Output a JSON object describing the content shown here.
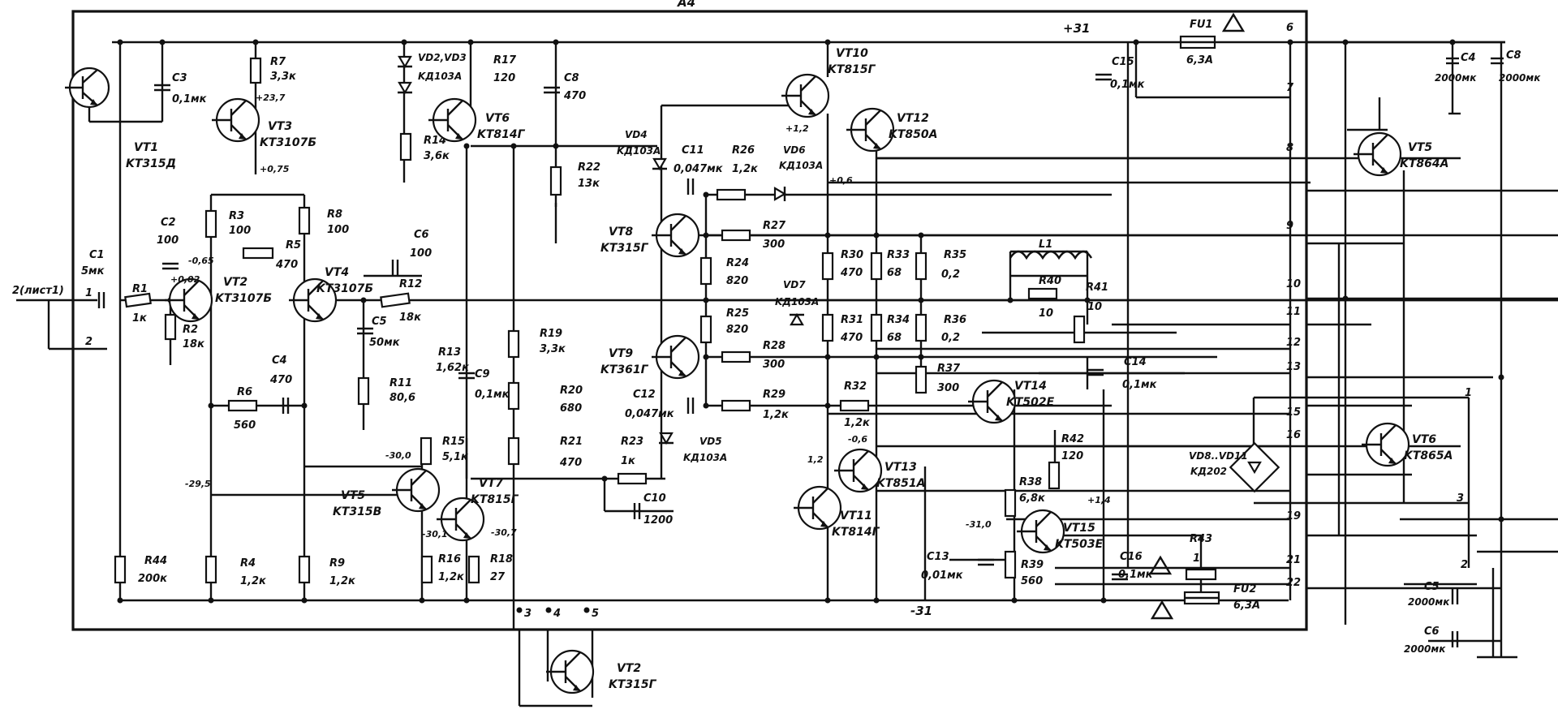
{
  "header": {
    "label": "A4"
  },
  "rails": {
    "plus": "+31",
    "minus": "-31"
  },
  "fuses": [
    {
      "id": "FU1",
      "ref": "FU1",
      "value": "6,3A"
    },
    {
      "id": "FU2",
      "ref": "FU2",
      "value": "6,3A"
    }
  ],
  "transistors": [
    {
      "id": "vt1",
      "ref": "VT1",
      "type": "KT315Д"
    },
    {
      "id": "vt2",
      "ref": "VT2",
      "type": "KT3107Б"
    },
    {
      "id": "vt3",
      "ref": "VT3",
      "type": "KT3107Б"
    },
    {
      "id": "vt4",
      "ref": "VT4",
      "type": "KT3107Б"
    },
    {
      "id": "vt5",
      "ref": "VT5",
      "type": "KT315В"
    },
    {
      "id": "vt6",
      "ref": "VT6",
      "type": "KT814Г"
    },
    {
      "id": "vt7",
      "ref": "VT7",
      "type": "KT815Г"
    },
    {
      "id": "vt8",
      "ref": "VT8",
      "type": "KT315Г"
    },
    {
      "id": "vt9",
      "ref": "VT9",
      "type": "KT361Г"
    },
    {
      "id": "vt10",
      "ref": "VT10",
      "type": "KT815Г"
    },
    {
      "id": "vt11",
      "ref": "VT11",
      "type": "KT814Г"
    },
    {
      "id": "vt12",
      "ref": "VT12",
      "type": "KT850A"
    },
    {
      "id": "vt13",
      "ref": "VT13",
      "type": "KT851A"
    },
    {
      "id": "vt14",
      "ref": "VT14",
      "type": "KT502E"
    },
    {
      "id": "vt15",
      "ref": "VT15",
      "type": "KT503E"
    },
    {
      "id": "ext-vt5",
      "ref": "VT5",
      "type": "KT864A"
    },
    {
      "id": "ext-vt6",
      "ref": "VT6",
      "type": "KT865A"
    },
    {
      "id": "ext-vt2",
      "ref": "VT2",
      "type": "KT315Г"
    }
  ],
  "resistors": [
    {
      "id": "r1",
      "ref": "R1",
      "value": "1к"
    },
    {
      "id": "r2",
      "ref": "R2",
      "value": "18к"
    },
    {
      "id": "r3",
      "ref": "R3",
      "value": "100"
    },
    {
      "id": "r5",
      "ref": "R5",
      "value": "470"
    },
    {
      "id": "r6",
      "ref": "R6",
      "value": "560"
    },
    {
      "id": "r7",
      "ref": "R7",
      "value": "3,3к"
    },
    {
      "id": "r8",
      "ref": "R8",
      "value": "100"
    },
    {
      "id": "r11",
      "ref": "R11",
      "value": "80,6"
    },
    {
      "id": "r12",
      "ref": "R12",
      "value": "18к"
    },
    {
      "id": "r13",
      "ref": "R13",
      "value": "1,62к"
    },
    {
      "id": "r14",
      "ref": "R14",
      "value": "3,6к"
    },
    {
      "id": "r15",
      "ref": "R15",
      "value": "5,1к"
    },
    {
      "id": "r17",
      "ref": "R17",
      "value": "120"
    },
    {
      "id": "r19",
      "ref": "R19",
      "value": "3,3к"
    },
    {
      "id": "r20",
      "ref": "R20",
      "value": "680"
    },
    {
      "id": "r21",
      "ref": "R21",
      "value": "470"
    },
    {
      "id": "r22",
      "ref": "R22",
      "value": "13к"
    },
    {
      "id": "r23",
      "ref": "R23",
      "value": "1к"
    },
    {
      "id": "r24",
      "ref": "R24",
      "value": "820"
    },
    {
      "id": "r25",
      "ref": "R25",
      "value": "820"
    },
    {
      "id": "r26",
      "ref": "R26",
      "value": "1,2к"
    },
    {
      "id": "r27",
      "ref": "R27",
      "value": "300"
    },
    {
      "id": "r28",
      "ref": "R28",
      "value": "300"
    },
    {
      "id": "r29",
      "ref": "R29",
      "value": "1,2к"
    },
    {
      "id": "r30",
      "ref": "R30",
      "value": "470"
    },
    {
      "id": "r31",
      "ref": "R31",
      "value": "470"
    },
    {
      "id": "r32",
      "ref": "R32",
      "value": "1,2к"
    },
    {
      "id": "r33",
      "ref": "R33",
      "value": "68"
    },
    {
      "id": "r34",
      "ref": "R34",
      "value": "68"
    },
    {
      "id": "r35",
      "ref": "R35",
      "value": "0,2"
    },
    {
      "id": "r36",
      "ref": "R36",
      "value": "0,2"
    },
    {
      "id": "r37",
      "ref": "R37",
      "value": "300"
    },
    {
      "id": "r38",
      "ref": "R38",
      "value": "6,8к"
    },
    {
      "id": "r39",
      "ref": "R39",
      "value": "560"
    },
    {
      "id": "r40",
      "ref": "R40",
      "value": "10"
    },
    {
      "id": "r41",
      "ref": "R41",
      "value": "10"
    },
    {
      "id": "r42",
      "ref": "R42",
      "value": "120"
    },
    {
      "id": "r43",
      "ref": "R43",
      "value": "1"
    },
    {
      "id": "r4",
      "ref": "R4",
      "value": "1,2к"
    },
    {
      "id": "r9",
      "ref": "R9",
      "value": "1,2к"
    },
    {
      "id": "r16",
      "ref": "R16",
      "value": "1,2к"
    },
    {
      "id": "r18",
      "ref": "R18",
      "value": "27"
    },
    {
      "id": "r44",
      "ref": "R44",
      "value": "200к"
    }
  ],
  "capacitors": [
    {
      "id": "c1",
      "ref": "C1",
      "value": "5мк"
    },
    {
      "id": "c2",
      "ref": "C2",
      "value": "100"
    },
    {
      "id": "c3",
      "ref": "C3",
      "value": "0,1мк"
    },
    {
      "id": "c4",
      "ref": "C4",
      "value": "470"
    },
    {
      "id": "c5",
      "ref": "C5",
      "value": "50мк"
    },
    {
      "id": "c6",
      "ref": "C6",
      "value": "100"
    },
    {
      "id": "c8",
      "ref": "C8",
      "value": "470"
    },
    {
      "id": "c9",
      "ref": "C9",
      "value": "0,1мк"
    },
    {
      "id": "c10",
      "ref": "C10",
      "value": "1200"
    },
    {
      "id": "c11",
      "ref": "C11",
      "value": "0,047мк"
    },
    {
      "id": "c12",
      "ref": "C12",
      "value": "0,047мк"
    },
    {
      "id": "c13",
      "ref": "C13",
      "value": "0,01мк"
    },
    {
      "id": "c14",
      "ref": "C14",
      "value": "0,1мк"
    },
    {
      "id": "c15",
      "ref": "C15",
      "value": "0,1мк"
    },
    {
      "id": "c16",
      "ref": "C16",
      "value": "0,1мк"
    },
    {
      "id": "ext-c4",
      "ref": "C4",
      "value": "2000мк"
    },
    {
      "id": "ext-c8",
      "ref": "C8",
      "value": "2000мк"
    },
    {
      "id": "ext-c5",
      "ref": "C5",
      "value": "2000мк"
    },
    {
      "id": "ext-c6",
      "ref": "C6",
      "value": "2000мк"
    }
  ],
  "diodes": [
    {
      "id": "vd23",
      "ref": "VD2,VD3",
      "type": "KД103A"
    },
    {
      "id": "vd4",
      "ref": "VD4",
      "type": "KД103A"
    },
    {
      "id": "vd5",
      "ref": "VD5",
      "type": "KД103A"
    },
    {
      "id": "vd6",
      "ref": "VD6",
      "type": "KД103A"
    },
    {
      "id": "vd7",
      "ref": "VD7",
      "type": "KД103A"
    },
    {
      "id": "bridge",
      "ref": "VD8..VD11",
      "type": "KД202"
    }
  ],
  "inductors": [
    {
      "id": "l1",
      "ref": "L1"
    }
  ],
  "input": {
    "label": "2(лист1)",
    "pin1": "1",
    "pin2": "2"
  },
  "pins": [
    "6",
    "7",
    "8",
    "9",
    "10",
    "11",
    "12",
    "13",
    "15",
    "16",
    "19",
    "21",
    "22"
  ],
  "bottom_pins": [
    "3",
    "4",
    "5"
  ],
  "right_labels": [
    "1",
    "2",
    "3"
  ],
  "voltages": [
    {
      "id": "v-vt3-e",
      "text": "+23,7"
    },
    {
      "id": "v-vt3-c",
      "text": "+0,75"
    },
    {
      "id": "v-vt2-b",
      "text": "-0,65"
    },
    {
      "id": "v-vt2-e",
      "text": "+0,02"
    },
    {
      "id": "v-vt5-b",
      "text": "-29,5"
    },
    {
      "id": "v-mid",
      "text": "-30,0"
    },
    {
      "id": "v-vt7",
      "text": "-30,7"
    },
    {
      "id": "v-vt5-e",
      "text": "-30,1"
    },
    {
      "id": "v-vt10",
      "text": "+1,2"
    },
    {
      "id": "v-vd6",
      "text": "+0,6"
    },
    {
      "id": "v-vt13",
      "text": "-0,6"
    },
    {
      "id": "v-vt11",
      "text": "1,2"
    },
    {
      "id": "v-vt15-b",
      "text": "+1,4"
    },
    {
      "id": "v-vt15-e",
      "text": "-31,0"
    }
  ]
}
